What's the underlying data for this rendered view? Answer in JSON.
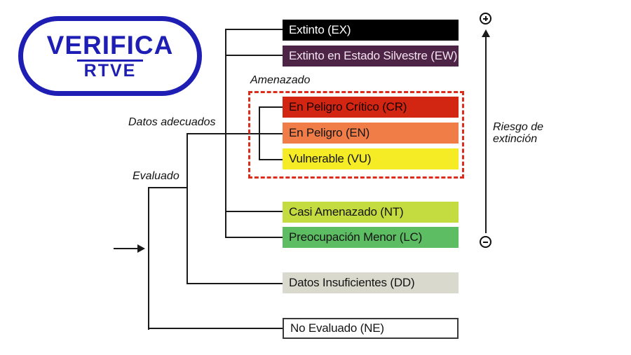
{
  "logo": {
    "line1": "VERIFICA",
    "line2": "RTVE",
    "color": "#1E1EB4"
  },
  "labels": {
    "amenazado": "Amenazado",
    "datos_adecuados": "Datos adecuados",
    "evaluado": "Evaluado",
    "riesgo": "Riesgo de extinción"
  },
  "risk_axis": {
    "top_symbol": "+",
    "bottom_symbol": "−",
    "direction": "up"
  },
  "threat_frame_color": "#DC2C1C",
  "categories": [
    {
      "id": "EX",
      "label": "Extinto (EX)",
      "bg": "#000000",
      "fg": "#FFFFFF"
    },
    {
      "id": "EW",
      "label": "Extinto en Estado Silvestre (EW)",
      "bg": "#4E2446",
      "fg": "#F2E4F0"
    },
    {
      "id": "CR",
      "label": "En Peligro Crítico (CR)",
      "bg": "#D22612",
      "fg": "#180000"
    },
    {
      "id": "EN",
      "label": "En Peligro (EN)",
      "bg": "#F07D48",
      "fg": "#141414"
    },
    {
      "id": "VU",
      "label": "Vulnerable (VU)",
      "bg": "#F5EC26",
      "fg": "#141414"
    },
    {
      "id": "NT",
      "label": "Casi Amenazado (NT)",
      "bg": "#C5DC40",
      "fg": "#141414"
    },
    {
      "id": "LC",
      "label": "Preocupación Menor (LC)",
      "bg": "#5DBD62",
      "fg": "#141414"
    },
    {
      "id": "DD",
      "label": "Datos Insuficientes (DD)",
      "bg": "#D9D9CD",
      "fg": "#141414"
    },
    {
      "id": "NE",
      "label": "No Evaluado (NE)",
      "bg": "#FFFFFF",
      "fg": "#141414"
    }
  ]
}
